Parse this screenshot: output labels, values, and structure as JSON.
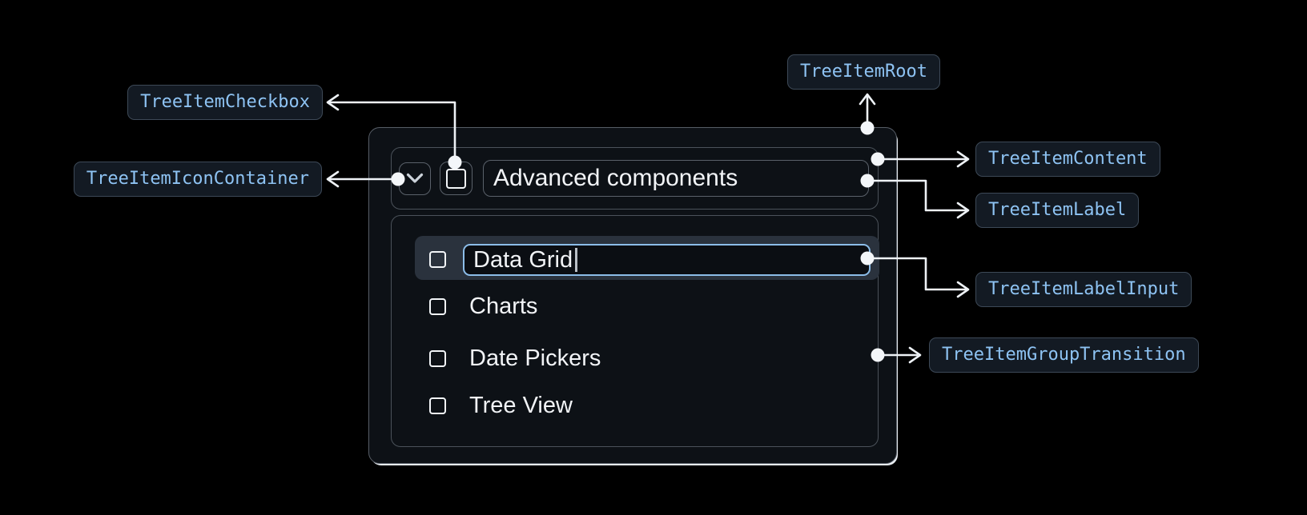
{
  "diagram": {
    "badges": {
      "root": "TreeItemRoot",
      "checkbox": "TreeItemCheckbox",
      "icon_container": "TreeItemIconContainer",
      "content": "TreeItemContent",
      "label": "TreeItemLabel",
      "label_input": "TreeItemLabelInput",
      "group_transition": "TreeItemGroupTransition"
    },
    "badge_text_color": "#8ec3f3",
    "badge_bg_color": "#131a23",
    "badge_border_color": "#3d4957",
    "connector_color": "#eef2f6",
    "icons": {
      "expand": "chevron-down-icon",
      "checkbox": "checkbox-unchecked-icon",
      "arrow": "arrowhead-chevron-icon",
      "anchor": "connector-dot"
    }
  },
  "tree": {
    "parent": {
      "label": "Advanced components",
      "expanded": true,
      "checkbox": "unchecked"
    },
    "items": [
      {
        "label": "Data Grid",
        "state": "editing",
        "input_value": "Data Grid",
        "checkbox": "unchecked"
      },
      {
        "label": "Charts",
        "state": "normal",
        "checkbox": "unchecked"
      },
      {
        "label": "Date Pickers",
        "state": "normal",
        "checkbox": "unchecked"
      },
      {
        "label": "Tree View",
        "state": "normal",
        "checkbox": "unchecked"
      }
    ],
    "accent_color": "#8cbde9",
    "selection_bg_color": "#2a323d",
    "surface_color": "#0d1116",
    "border_color": "#575d66",
    "text_color": "#f2f4f7"
  }
}
